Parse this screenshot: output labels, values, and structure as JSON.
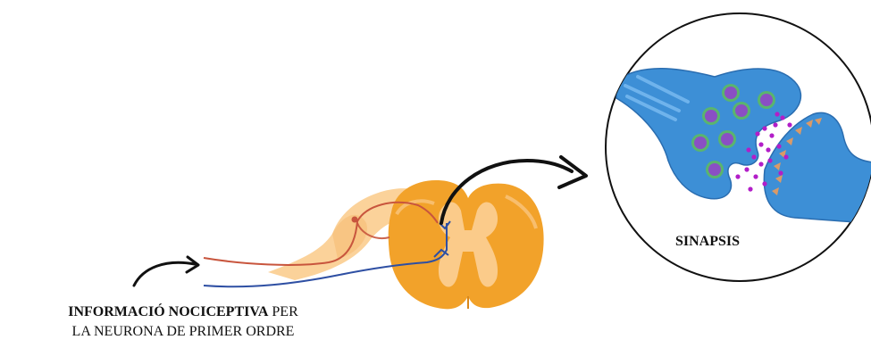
{
  "caption": {
    "bold_part": "INFORMACIÓ NOCICEPTIVA",
    "rest_line1": " PER",
    "line2": "LA NEURONA DE PRIMER ORDRE"
  },
  "synapse": {
    "label": "SINAPSIS"
  },
  "colors": {
    "spinal_cord_outer": "#f2a22a",
    "spinal_cord_inner": "#fbcb8a",
    "ganglion": "#fbd29a",
    "afferent_fiber": "#c8553d",
    "projection_fiber": "#2e4fa3",
    "presynaptic": "#3d8fd6",
    "postsynaptic": "#3d8fd6",
    "vesicle_dot": "#b21ec8",
    "receptor": "#d99a68"
  }
}
